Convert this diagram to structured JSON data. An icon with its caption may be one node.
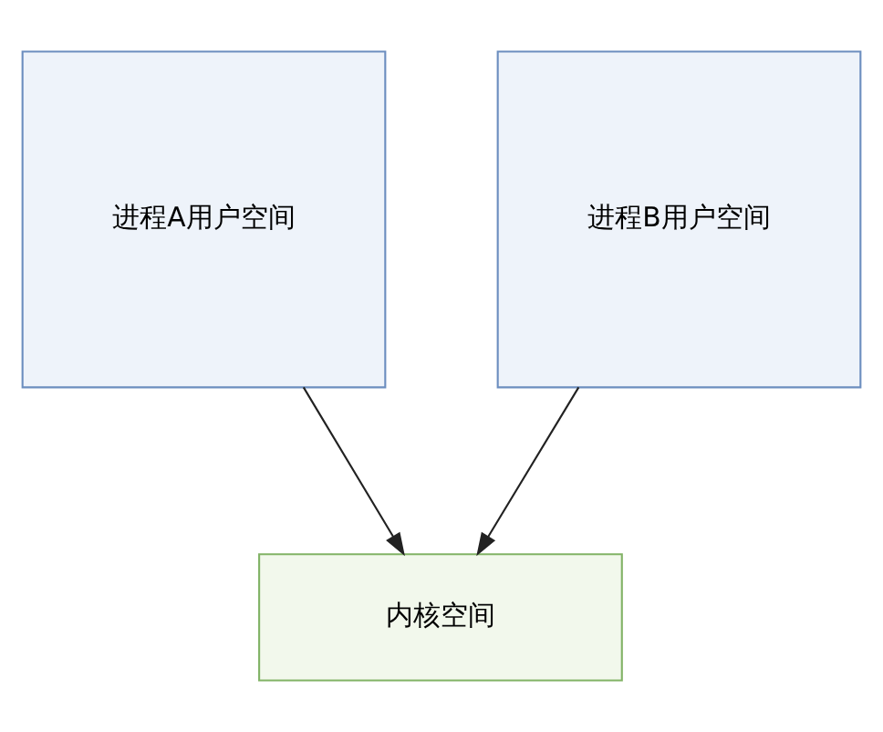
{
  "diagram": {
    "nodes": [
      {
        "text": [
          "进程A用户空间"
        ]
      },
      {
        "text": [
          "进程B用户空间"
        ]
      },
      {
        "text": [
          "内核空间"
        ]
      }
    ],
    "edges": [
      {
        "from": 0,
        "to": 2,
        "arrow": "to"
      },
      {
        "from": 1,
        "to": 2,
        "arrow": "to"
      }
    ]
  }
}
